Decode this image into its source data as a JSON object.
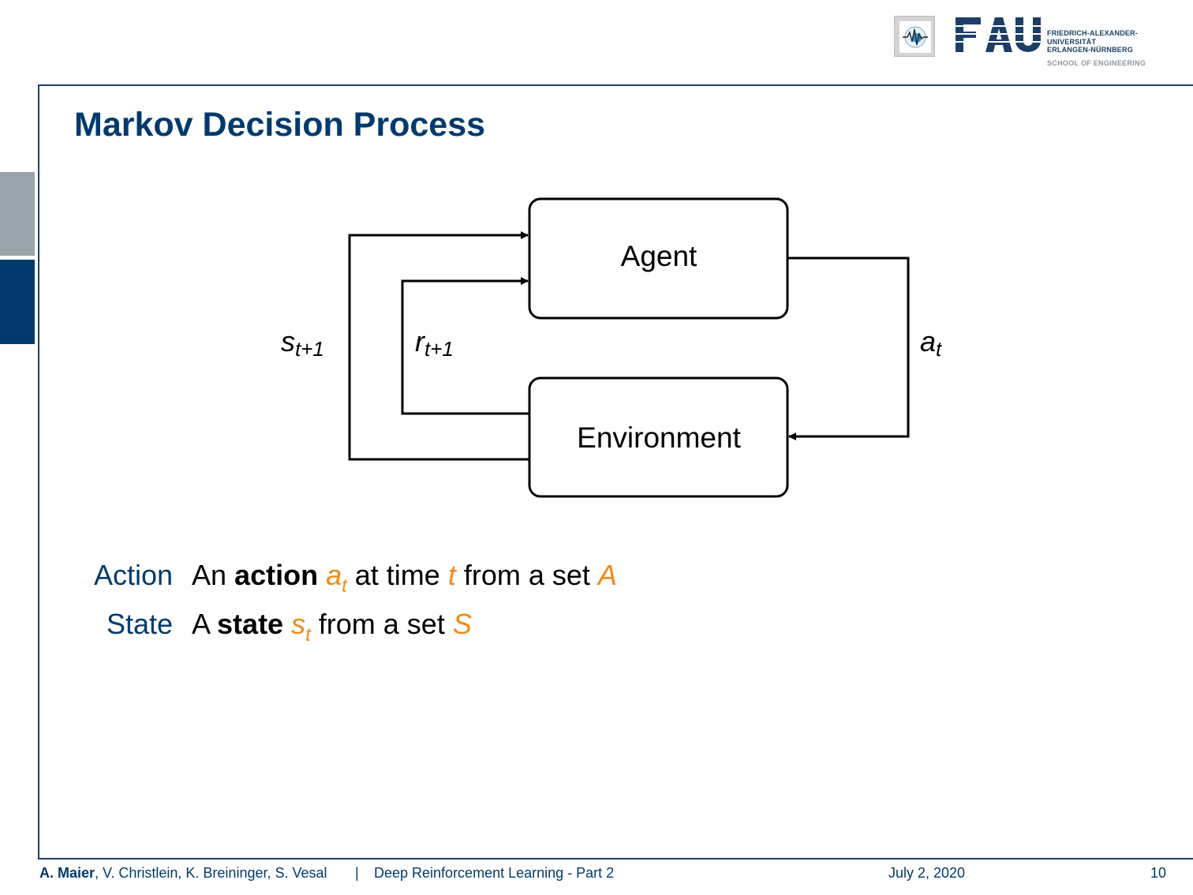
{
  "header": {
    "university_lines": "FRIEDRICH-ALEXANDER-\nUNIVERSITÄT\nERLANGEN-NÜRNBERG",
    "school": "SCHOOL OF ENGINEERING",
    "fau_logo_text": "FAU"
  },
  "slide": {
    "title": "Markov Decision Process"
  },
  "diagram": {
    "agent_label": "Agent",
    "environment_label": "Environment",
    "state_label": "s",
    "state_sub": "t+1",
    "reward_label": "r",
    "reward_sub": "t+1",
    "action_label": "a",
    "action_sub": "t"
  },
  "definitions": {
    "action": {
      "term": "Action",
      "p1": "An ",
      "bold": "action",
      "sym": "a",
      "sym_sub": "t",
      "p2": " at time ",
      "time": "t",
      "p3": " from a set ",
      "set": "A"
    },
    "state": {
      "term": "State",
      "p1": "A ",
      "bold": "state",
      "sym": "s",
      "sym_sub": "t",
      "p2": " from a set ",
      "set": "S"
    }
  },
  "footer": {
    "lead_author": "A. Maier",
    "coauthors": ", V. Christlein, K. Breininger, S. Vesal",
    "separator": "|",
    "lecture": "Deep Reinforcement Learning - Part 2",
    "date": "July 2, 2020",
    "page": "10"
  },
  "colors": {
    "brand_blue": "#003a6c",
    "frame_blue": "#1d3f66",
    "accent_orange": "#f08a13",
    "tab_gray": "#9aa3aa"
  }
}
